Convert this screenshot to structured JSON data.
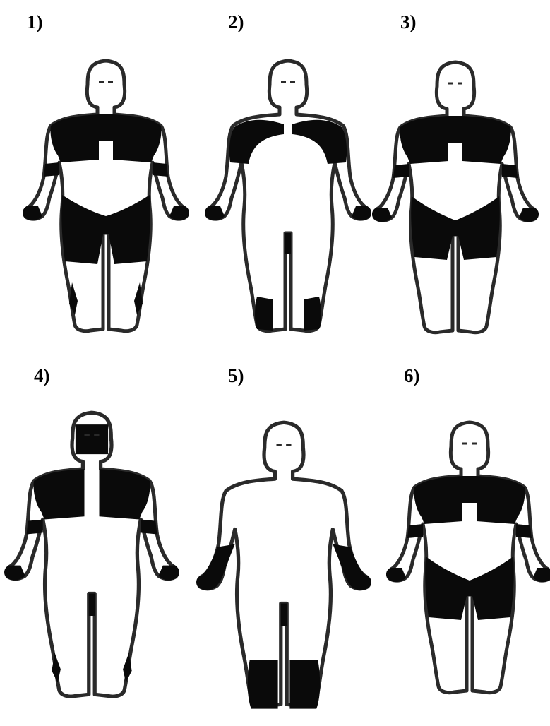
{
  "panels": [
    {
      "label": "1)",
      "regions": [
        "shoulders",
        "upperarms",
        "chest",
        "thighs",
        "calves",
        "hands"
      ]
    },
    {
      "label": "2)",
      "regions": [
        "shoulders-split",
        "groin",
        "feet",
        "hands"
      ]
    },
    {
      "label": "3)",
      "regions": [
        "shoulders",
        "upperarms",
        "chest",
        "hips-thighs",
        "hands"
      ]
    },
    {
      "label": "4)",
      "regions": [
        "face",
        "shoulders",
        "upperarms",
        "groin",
        "calves-small",
        "hands"
      ]
    },
    {
      "label": "5)",
      "regions": [
        "forearms",
        "hands",
        "groin",
        "boots"
      ]
    },
    {
      "label": "6)",
      "regions": [
        "shoulders",
        "upperarms",
        "chest",
        "hips-thighs",
        "hands"
      ]
    }
  ],
  "colors": {
    "fill_dark": "#0a0a0a",
    "outline": "#2a2a2a",
    "background": "#ffffff"
  }
}
